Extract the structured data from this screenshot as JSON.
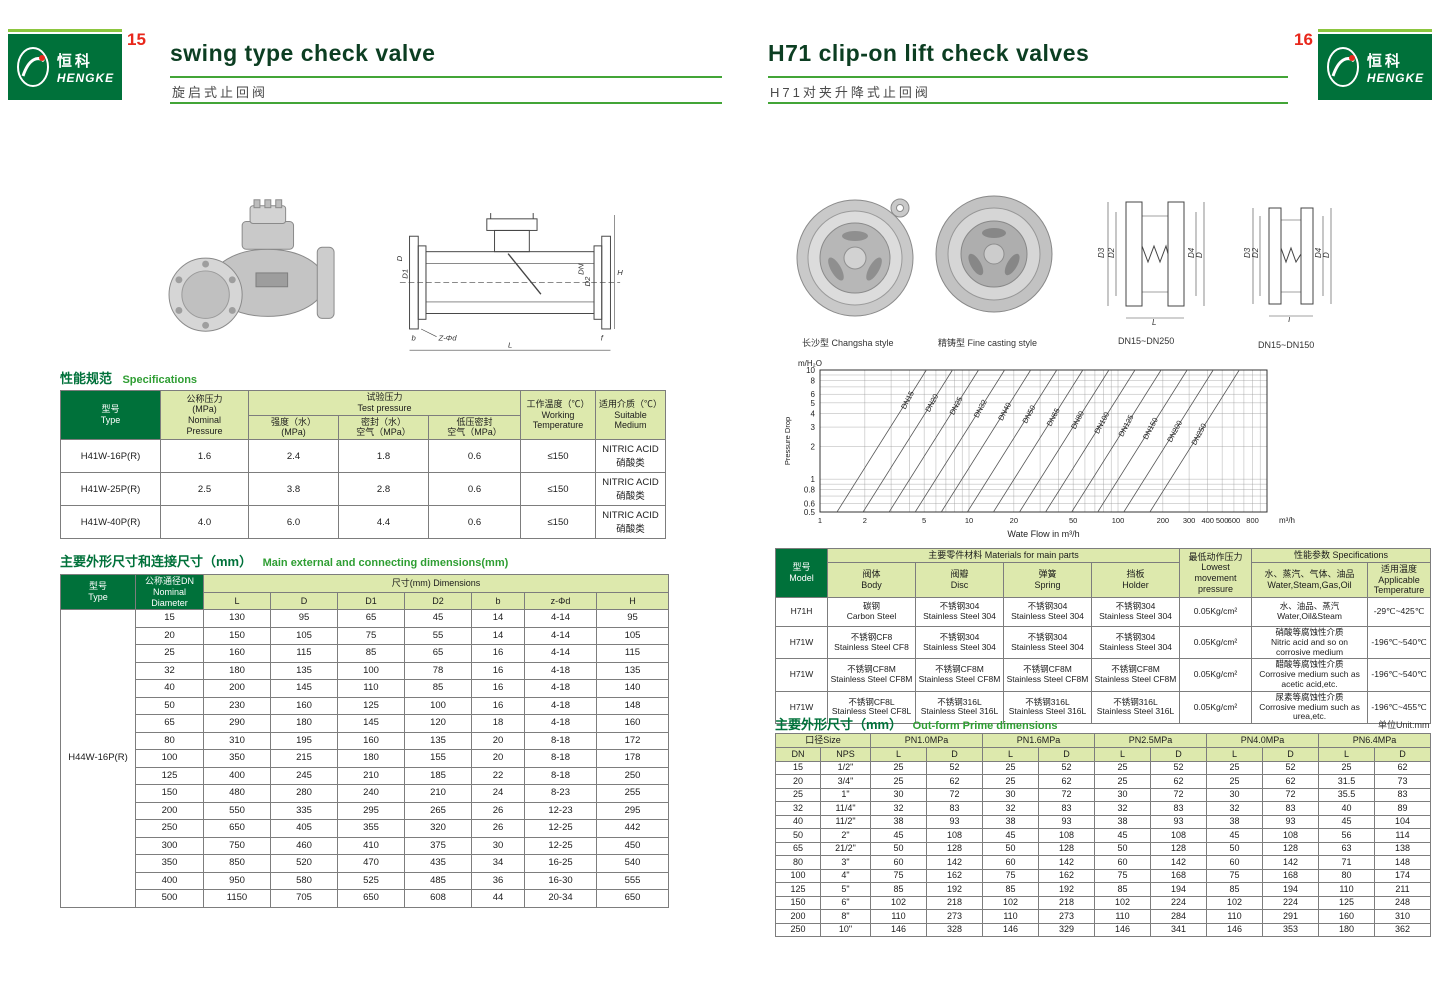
{
  "colors": {
    "brand_green": "#00713a",
    "line_green": "#43a537",
    "accent_red": "#e8271b",
    "table_header_fill": "#dde9ad"
  },
  "logo": {
    "zh": "恒科",
    "en": "HENGKE"
  },
  "left_page": {
    "page_number": "15",
    "title_en": "swing type check valve",
    "title_zh": "旋启式止回阀",
    "spec_section": {
      "zh": "性能规范",
      "en": "Specifications"
    },
    "spec_table": {
      "h_type": "型号\nType",
      "h_nominal": "公称压力\n(MPa)\nNominal\nPressure",
      "h_test": "试验压力\nTest pressure",
      "h_strength": "强度（水）\n(MPa)",
      "h_seal": "密封（水）\n空气（MPa）",
      "h_lowseal": "低压密封\n空气（MPa）",
      "h_temp": "工作温度（℃）\nWorking\nTemperature",
      "h_medium": "适用介质（℃）\nSuitable\nMedium",
      "rows": [
        [
          "H41W-16P(R)",
          "1.6",
          "2.4",
          "1.8",
          "0.6",
          "≤150",
          "NITRIC ACID\n硝酸类"
        ],
        [
          "H41W-25P(R)",
          "2.5",
          "3.8",
          "2.8",
          "0.6",
          "≤150",
          "NITRIC ACID\n硝酸类"
        ],
        [
          "H41W-40P(R)",
          "4.0",
          "6.0",
          "4.4",
          "0.6",
          "≤150",
          "NITRIC ACID\n硝酸类"
        ]
      ]
    },
    "dim_section": {
      "zh": "主要外形尺寸和连接尺寸（mm）",
      "en": "Main external and connecting dimensions(mm)"
    },
    "dim_table": {
      "h_type": "型号\nType",
      "h_dn": "公称通径DN\nNominal\nDiameter",
      "h_dims": "尺寸(mm) Dimensions",
      "cols": [
        "L",
        "D",
        "D1",
        "D2",
        "b",
        "z-Φd",
        "H"
      ],
      "rows": [
        [
          {
            "t": "H44W-16P(R)",
            "rs": 17
          },
          "15",
          "130",
          "95",
          "65",
          "45",
          "14",
          "4-14",
          "95"
        ],
        [
          "20",
          "150",
          "105",
          "75",
          "55",
          "14",
          "4-14",
          "105"
        ],
        [
          "25",
          "160",
          "115",
          "85",
          "65",
          "16",
          "4-14",
          "115"
        ],
        [
          "32",
          "180",
          "135",
          "100",
          "78",
          "16",
          "4-18",
          "135"
        ],
        [
          "40",
          "200",
          "145",
          "110",
          "85",
          "16",
          "4-18",
          "140"
        ],
        [
          "50",
          "230",
          "160",
          "125",
          "100",
          "16",
          "4-18",
          "148"
        ],
        [
          "65",
          "290",
          "180",
          "145",
          "120",
          "18",
          "4-18",
          "160"
        ],
        [
          "80",
          "310",
          "195",
          "160",
          "135",
          "20",
          "8-18",
          "172"
        ],
        [
          "100",
          "350",
          "215",
          "180",
          "155",
          "20",
          "8-18",
          "178"
        ],
        [
          "125",
          "400",
          "245",
          "210",
          "185",
          "22",
          "8-18",
          "250"
        ],
        [
          "150",
          "480",
          "280",
          "240",
          "210",
          "24",
          "8-23",
          "255"
        ],
        [
          "200",
          "550",
          "335",
          "295",
          "265",
          "26",
          "12-23",
          "295"
        ],
        [
          "250",
          "650",
          "405",
          "355",
          "320",
          "26",
          "12-25",
          "442"
        ],
        [
          "300",
          "750",
          "460",
          "410",
          "375",
          "30",
          "12-25",
          "450"
        ],
        [
          "350",
          "850",
          "520",
          "470",
          "435",
          "34",
          "16-25",
          "540"
        ],
        [
          "400",
          "950",
          "580",
          "525",
          "485",
          "36",
          "16-30",
          "555"
        ],
        [
          "500",
          "1150",
          "705",
          "650",
          "608",
          "44",
          "20-34",
          "650"
        ]
      ]
    },
    "drawing_labels": {
      "h": "H",
      "dn": "DN",
      "d2": "D2",
      "d1": "D1",
      "d": "D",
      "l": "L",
      "b": "b",
      "f": "f",
      "zd": "Z-Φd"
    }
  },
  "right_page": {
    "page_number": "16",
    "title_en": "H71 clip-on lift check valves",
    "title_zh": "H71对夹升降式止回阀",
    "captions": {
      "photo1": "长沙型 Changsha style",
      "photo2": "精铸型 Fine casting style",
      "drawing1": "DN15~DN250",
      "drawing2": "DN15~DN150"
    },
    "drawing_labels": {
      "d3": "D3",
      "d2": "D2",
      "d": "D",
      "d4": "D4",
      "l": "L"
    },
    "flow_chart": {
      "type": "line",
      "y_unit": "m/H₂O",
      "y_axis_label": "Pressure Drop",
      "x_axis_label": "Wate Flow in m³/h",
      "x_unit": "m³/h",
      "x_ticks": [
        1,
        2,
        5,
        10,
        20,
        50,
        100,
        200,
        300,
        400,
        500,
        600,
        800
      ],
      "y_ticks": [
        10,
        8,
        6,
        5,
        4,
        3,
        2,
        1,
        0.8,
        0.6,
        0.5
      ],
      "xlim": [
        1,
        1000
      ],
      "ylim": [
        0.5,
        10
      ],
      "lines": [
        "DN15",
        "DN20",
        "DN25",
        "DN32",
        "DN40",
        "DN50",
        "DN65",
        "DN80",
        "DN100",
        "DN125",
        "DN150",
        "DN200",
        "DN250"
      ]
    },
    "materials_table": {
      "h_model": "型号\nModel",
      "h_materials": "主要零件材料 Materials for main parts",
      "h_body": "阀体\nBody",
      "h_disc": "阀瓣\nDisc",
      "h_spring": "弹簧\nSpring",
      "h_holder": "挡板\nHolder",
      "h_pressure": "最低动作压力\nLowest movement\npressure",
      "h_specs": "性能参数 Specifications",
      "h_medium": "水、蒸汽、气体、油品\nWater,Steam,Gas,Oil",
      "h_temp": "适用温度\nApplicable\nTemperature",
      "rows": [
        [
          "H71H",
          "碳钢\nCarbon Steel",
          "不锈钢304\nStainless Steel 304",
          "不锈钢304\nStainless Steel 304",
          "不锈钢304\nStainless Steel 304",
          "0.05Kg/cm²",
          "水、油品、蒸汽\nWater,Oil&Steam",
          "-29℃~425℃"
        ],
        [
          "H71W",
          "不锈钢CF8\nStainless Steel CF8",
          "不锈钢304\nStainless Steel 304",
          "不锈钢304\nStainless Steel 304",
          "不锈钢304\nStainless Steel 304",
          "0.05Kg/cm²",
          "硝酸等腐蚀性介质\nNitric acid and so on corrosive medium",
          "-196℃~540℃"
        ],
        [
          "H71W",
          "不锈钢CF8M\nStainless Steel CF8M",
          "不锈钢CF8M\nStainless Steel CF8M",
          "不锈钢CF8M\nStainless Steel CF8M",
          "不锈钢CF8M\nStainless Steel CF8M",
          "0.05Kg/cm²",
          "醋酸等腐蚀性介质\nCorrosive medium such as acetic acid,etc.",
          "-196℃~540℃"
        ],
        [
          "H71W",
          "不锈钢CF8L\nStainless Steel CF8L",
          "不锈钢316L\nStainless Steel 316L",
          "不锈钢316L\nStainless Steel 316L",
          "不锈钢316L\nStainless Steel 316L",
          "0.05Kg/cm²",
          "尿素等腐蚀性介质\nCorrosive medium such as urea,etc.",
          "-196℃~455℃"
        ]
      ]
    },
    "outform_section": {
      "zh": "主要外形尺寸（mm）",
      "en": "Out-form Prime dimensions",
      "unit": "单位Unit:mm"
    },
    "outform_table": {
      "h_size": "口径Size",
      "h_dn": "DN",
      "h_nps": "NPS",
      "h_l": "L",
      "h_d": "D",
      "pn": [
        "PN1.0MPa",
        "PN1.6MPa",
        "PN2.5MPa",
        "PN4.0MPa",
        "PN6.4MPa"
      ],
      "rows": [
        [
          "15",
          "1/2\"",
          "25",
          "52",
          "25",
          "52",
          "25",
          "52",
          "25",
          "52",
          "25",
          "62"
        ],
        [
          "20",
          "3/4\"",
          "25",
          "62",
          "25",
          "62",
          "25",
          "62",
          "25",
          "62",
          "31.5",
          "73"
        ],
        [
          "25",
          "1\"",
          "30",
          "72",
          "30",
          "72",
          "30",
          "72",
          "30",
          "72",
          "35.5",
          "83"
        ],
        [
          "32",
          "11/4\"",
          "32",
          "83",
          "32",
          "83",
          "32",
          "83",
          "32",
          "83",
          "40",
          "89"
        ],
        [
          "40",
          "11/2\"",
          "38",
          "93",
          "38",
          "93",
          "38",
          "93",
          "38",
          "93",
          "45",
          "104"
        ],
        [
          "50",
          "2\"",
          "45",
          "108",
          "45",
          "108",
          "45",
          "108",
          "45",
          "108",
          "56",
          "114"
        ],
        [
          "65",
          "21/2\"",
          "50",
          "128",
          "50",
          "128",
          "50",
          "128",
          "50",
          "128",
          "63",
          "138"
        ],
        [
          "80",
          "3\"",
          "60",
          "142",
          "60",
          "142",
          "60",
          "142",
          "60",
          "142",
          "71",
          "148"
        ],
        [
          "100",
          "4\"",
          "75",
          "162",
          "75",
          "162",
          "75",
          "168",
          "75",
          "168",
          "80",
          "174"
        ],
        [
          "125",
          "5\"",
          "85",
          "192",
          "85",
          "192",
          "85",
          "194",
          "85",
          "194",
          "110",
          "211"
        ],
        [
          "150",
          "6\"",
          "102",
          "218",
          "102",
          "218",
          "102",
          "224",
          "102",
          "224",
          "125",
          "248"
        ],
        [
          "200",
          "8\"",
          "110",
          "273",
          "110",
          "273",
          "110",
          "284",
          "110",
          "291",
          "160",
          "310"
        ],
        [
          "250",
          "10\"",
          "146",
          "328",
          "146",
          "329",
          "146",
          "341",
          "146",
          "353",
          "180",
          "362"
        ]
      ]
    }
  }
}
